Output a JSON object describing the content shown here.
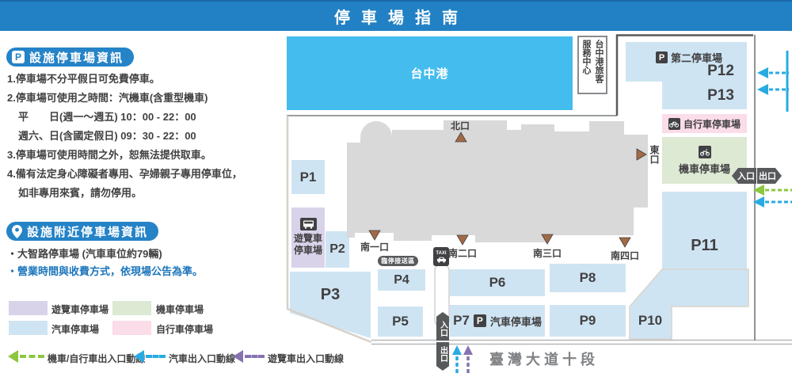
{
  "header": {
    "title": "停車場指南"
  },
  "colors": {
    "header_blue": "#2181c4",
    "pill_blue": "#2583c7",
    "port_cyan": "#44bcee",
    "lot_blue": "#cfe4f2",
    "bus_lavender": "#d9d3e9",
    "moto_green": "#dde9d3",
    "bike_pink": "#fbdce9",
    "flow_green": "#8dc63f",
    "flow_blue": "#29abe2",
    "flow_purple": "#8672b0",
    "marker_brown": "#a26a44",
    "badge_dark": "#414042"
  },
  "info_panel": {
    "facility_section": {
      "icon": "P",
      "title": "設施停車場資訊",
      "lines": [
        "1.停車場不分平假日可免費停車。",
        "2.停車場可使用之時間：汽機車(含重型機車)",
        "平　　日(週一～週五) 10：00 - 22：00",
        "週六、日(含國定假日) 09：30 - 22：00",
        "3.停車場可使用時間之外，恕無法提供取車。",
        "4.備有法定身心障礙者專用、孕婦親子專用停車位，",
        "如非專用來賓，請勿停用。"
      ]
    },
    "nearby_section": {
      "title": "設施附近停車場資訊",
      "lines": [
        "・大智路停車場 (汽車車位約79輛)",
        "・營業時間與收費方式，依現場公告為準。"
      ]
    },
    "legend": {
      "swatches": [
        {
          "label": "遊覽車停車場",
          "color": "#d9d3e9"
        },
        {
          "label": "機車停車場",
          "color": "#dde9d3"
        },
        {
          "label": "汽車停車場",
          "color": "#cfe4f2"
        },
        {
          "label": "自行車停車場",
          "color": "#fbdce9"
        }
      ],
      "flows": [
        {
          "label": "機車/自行車出入口動線",
          "color": "#8dc63f"
        },
        {
          "label": "汽車出入口動線",
          "color": "#29abe2"
        },
        {
          "label": "遊覽車出入口動線",
          "color": "#8672b0"
        }
      ]
    }
  },
  "map": {
    "port_label": "台中港",
    "service_center": {
      "col1": "台中港旅客",
      "col2": "服務中心"
    },
    "second_lot": {
      "badge": "P",
      "title": "第二停車場",
      "p12": "P12",
      "p13": "P13"
    },
    "bike_lot_label": "自行車停車場",
    "moto_lot_label": "機車停車場",
    "car_lot": {
      "p7": "P7",
      "badge": "P",
      "label": "汽車停車場"
    },
    "bus_lot": {
      "line1": "遊覽車",
      "line2": "停車場"
    },
    "lots": {
      "p1": "P1",
      "p2": "P2",
      "p3": "P3",
      "p4": "P4",
      "p5": "P5",
      "p6": "P6",
      "p8": "P8",
      "p9": "P9",
      "p10": "P10",
      "p11": "P11"
    },
    "gates": {
      "north": "北口",
      "east": "東口",
      "south1": "南一口",
      "south2": "南二口",
      "south3": "南三口",
      "south4": "南四口"
    },
    "entrance_label": "入口",
    "exit_label": "出口",
    "taxi_label": "TAXI",
    "dropoff_label": "臨停接送區",
    "road_label": "臺灣大道十段"
  }
}
